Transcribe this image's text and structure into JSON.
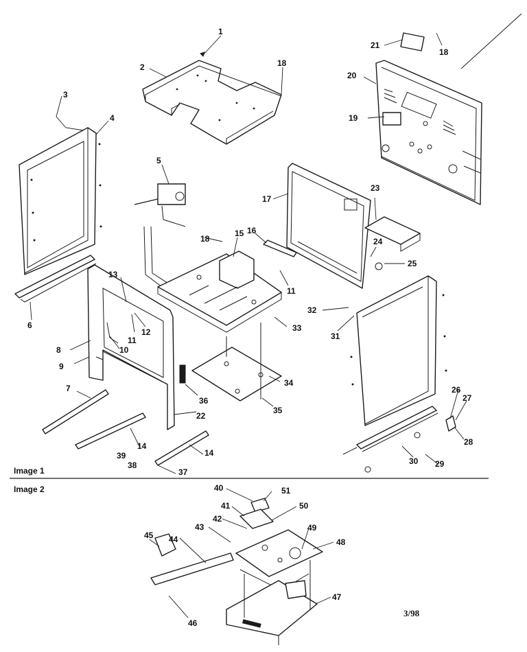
{
  "sections": {
    "image1": "Image 1",
    "image2": "Image 2"
  },
  "date_code": "3/98",
  "callouts": {
    "c1": "1",
    "c2": "2",
    "c3": "3",
    "c4": "4",
    "c5": "5",
    "c6": "6",
    "c7": "7",
    "c8": "8",
    "c9": "9",
    "c10": "10",
    "c11a": "11",
    "c11b": "11",
    "c12": "12",
    "c13": "13",
    "c14a": "14",
    "c14b": "14",
    "c15": "15",
    "c16": "16",
    "c17": "17",
    "c18a": "18",
    "c18b": "18",
    "c18c": "18",
    "c19": "19",
    "c20": "20",
    "c21": "21",
    "c22": "22",
    "c23": "23",
    "c24": "24",
    "c25": "25",
    "c26": "26",
    "c27": "27",
    "c28": "28",
    "c29": "29",
    "c30": "30",
    "c31": "31",
    "c32": "32",
    "c33": "33",
    "c34": "34",
    "c35": "35",
    "c36": "36",
    "c37": "37",
    "c38": "38",
    "c39": "39",
    "c40": "40",
    "c41": "41",
    "c42": "42",
    "c43": "43",
    "c44": "44",
    "c45": "45",
    "c46": "46",
    "c47": "47",
    "c48": "48",
    "c49": "49",
    "c50": "50",
    "c51": "51"
  }
}
